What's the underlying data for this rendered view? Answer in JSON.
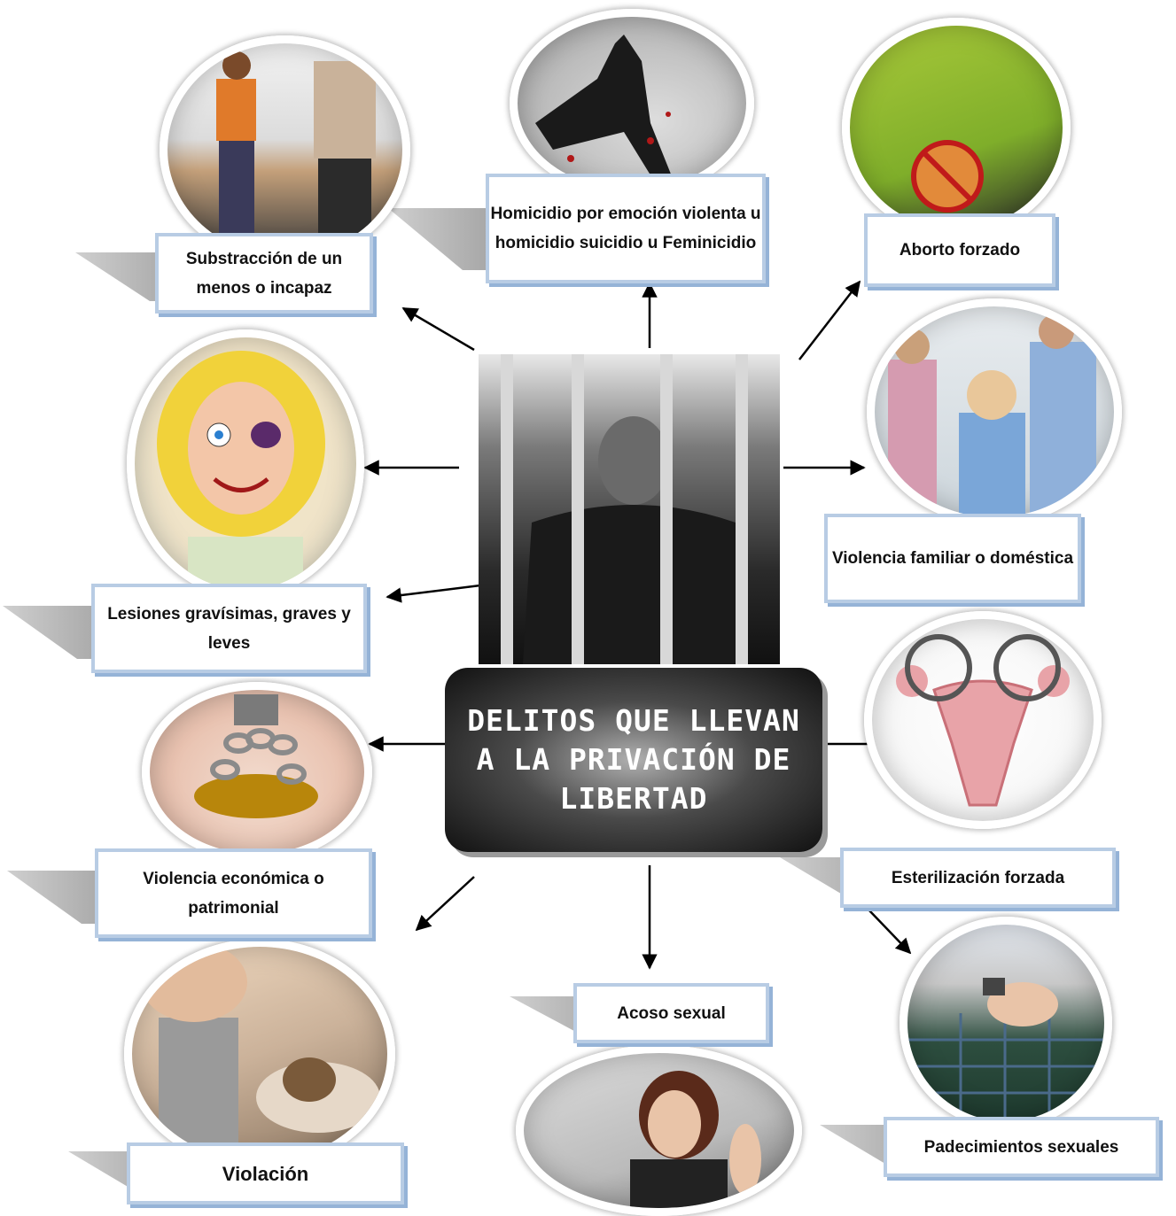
{
  "center": {
    "title": "DELITOS QUE LLEVAN A LA PRIVACIÓN DE LIBERTAD"
  },
  "nodes": [
    {
      "id": "substraccion",
      "label": "Substracción de un menos o incapaz"
    },
    {
      "id": "homicidio",
      "label": "Homicidio por emoción violenta u homicidio suicidio u Feminicidio"
    },
    {
      "id": "aborto",
      "label": "Aborto forzado"
    },
    {
      "id": "lesiones",
      "label": "Lesiones gravísimas, graves y leves"
    },
    {
      "id": "violencia_familiar",
      "label": "Violencia familiar o doméstica"
    },
    {
      "id": "violencia_economica",
      "label": "Violencia económica o patrimonial"
    },
    {
      "id": "esterilizacion",
      "label": "Esterilización forzada"
    },
    {
      "id": "violacion",
      "label": "Violación"
    },
    {
      "id": "acoso",
      "label": "Acoso sexual"
    },
    {
      "id": "padecimientos",
      "label": "Padecimientos sexuales"
    }
  ]
}
